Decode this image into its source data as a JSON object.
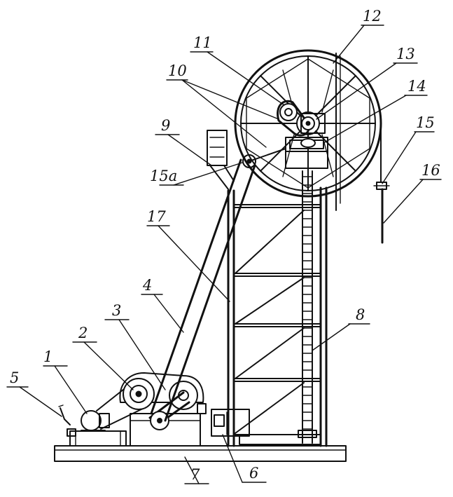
{
  "labels": {
    "l1": "1",
    "l2": "2",
    "l3": "3",
    "l4": "4",
    "l5": "5",
    "l6": "6",
    "l7": "7",
    "l8": "8",
    "l9": "9",
    "l10": "10",
    "l11": "11",
    "l12": "12",
    "l13": "13",
    "l14": "14",
    "l15": "15",
    "l15a": "15a",
    "l16": "16",
    "l17": "17"
  }
}
